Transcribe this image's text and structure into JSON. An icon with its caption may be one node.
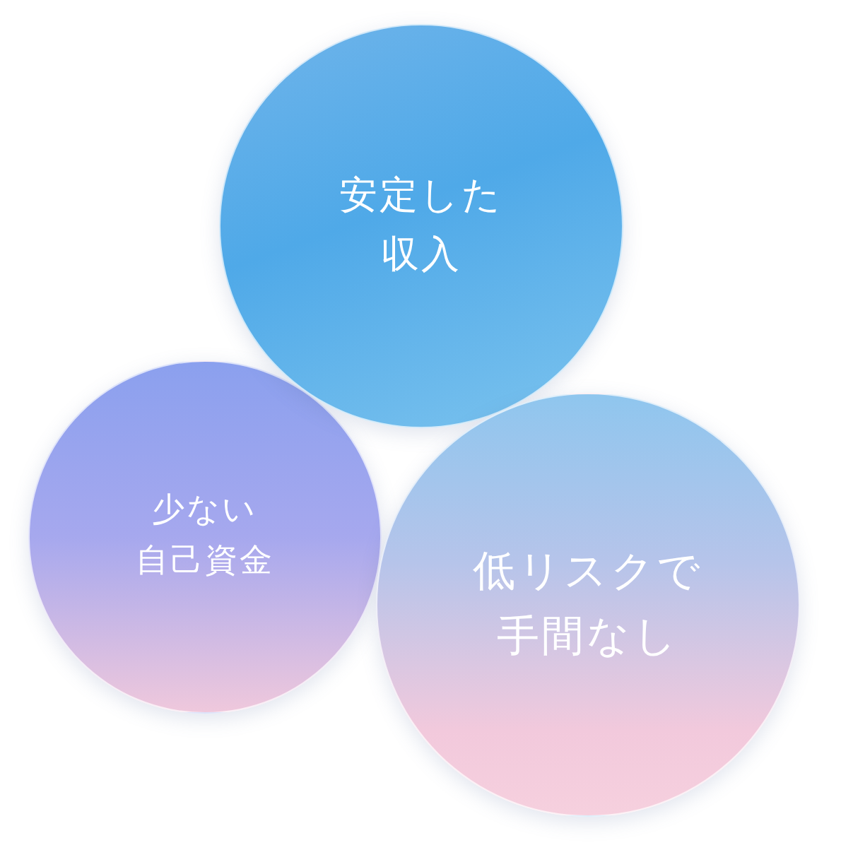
{
  "diagram": {
    "nodes": [
      {
        "text": [
          "安定した収入"
        ]
      },
      {
        "text": [
          "少ない自己資金"
        ]
      },
      {
        "text": [
          "低リスクで手間なし"
        ]
      }
    ]
  }
}
